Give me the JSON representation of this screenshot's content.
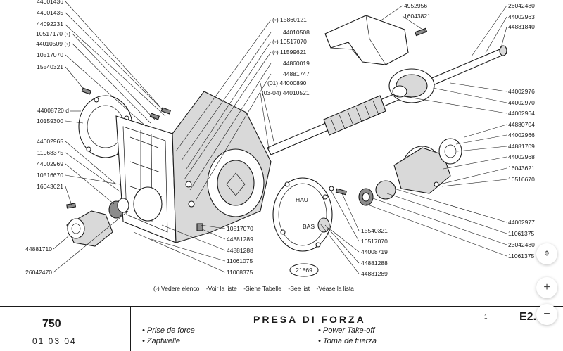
{
  "callouts_left": [
    "44001436",
    "44001435",
    "44092231",
    "10517170 (◦)",
    "44010509 (◦)",
    "10517070",
    "15540321",
    "44008720 d",
    "10159300",
    "44002965",
    "11068375",
    "44002969",
    "10516670",
    "16043621"
  ],
  "callouts_left_bottom": [
    "44881710",
    "26042470"
  ],
  "callouts_center": [
    "(◦) 15860121",
    "44010508",
    "(◦) 10517070",
    "(◦) 11599621",
    "44860019",
    "44881747",
    "(01) 44000890",
    "(03-04) 44010521"
  ],
  "callouts_top_center": [
    "4952956",
    "16043821"
  ],
  "callouts_right": [
    "26042480",
    "44002963",
    "44881840",
    "44002976",
    "44002970",
    "44002964",
    "44880704",
    "44002966",
    "44881709",
    "44002968",
    "16043621",
    "10516670"
  ],
  "callouts_right_bottom": [
    "44002977",
    "11061375",
    "23042480",
    "11061375"
  ],
  "callouts_bottom_mid": [
    "10517070",
    "44881289",
    "44881288",
    "11061075",
    "11068375"
  ],
  "callouts_bottom_center": [
    "15540321",
    "10517070",
    "44008719",
    "44881288",
    "44881289"
  ],
  "cover_labels": {
    "haut": "HAUT",
    "bas": "BAS"
  },
  "figure_number": "21869",
  "legend_note": "(◦) Vedere elenco    -Voir la liste    -Siehe Tabelle    -See list    -Véase la lista",
  "title_block": {
    "model": "750",
    "date": "01 03 04",
    "title": "PRESA DI FORZA",
    "tr_fr": "• Prise de force",
    "tr_de": "• Zapfwelle",
    "tr_en": "• Power Take-off",
    "tr_es": "• Toma de fuerza",
    "code": "E2.",
    "mark": "1"
  },
  "zoom": {
    "expand_icon": "⌖",
    "zoom_in": "+",
    "zoom_out": "−"
  }
}
